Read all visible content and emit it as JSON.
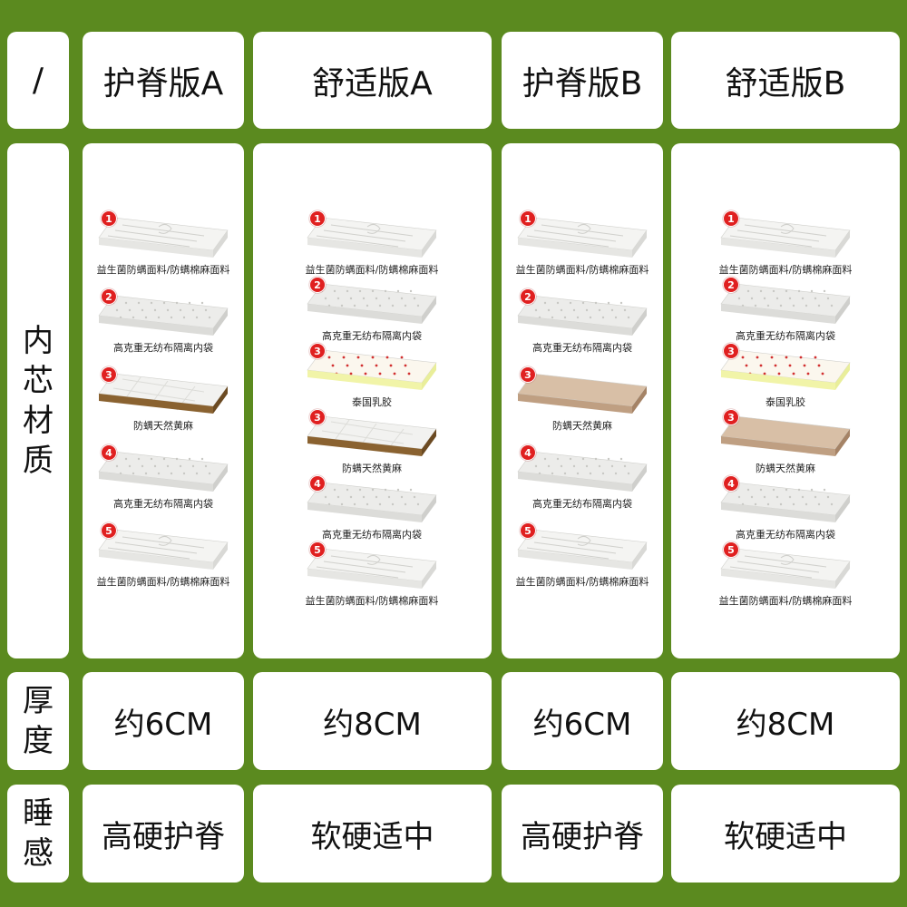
{
  "header": {
    "corner": "/",
    "columns": [
      "护脊版A",
      "舒适版A",
      "护脊版B",
      "舒适版B"
    ]
  },
  "rows": {
    "core_label": [
      "内",
      "芯",
      "材",
      "质"
    ],
    "thickness_label": [
      "厚",
      "度"
    ],
    "feel_label": [
      "睡",
      "感"
    ]
  },
  "core": [
    {
      "layers": [
        {
          "num": "1",
          "kind": "fabric",
          "label": "益生菌防螨面料/防螨棉麻面料"
        },
        {
          "num": "2",
          "kind": "bag",
          "label": "高克重无纺布隔离内袋"
        },
        {
          "num": "3",
          "kind": "coir",
          "label": "防螨天然黄麻"
        },
        {
          "num": "4",
          "kind": "bag",
          "label": "高克重无纺布隔离内袋"
        },
        {
          "num": "5",
          "kind": "fabric",
          "label": "益生菌防螨面料/防螨棉麻面料"
        }
      ]
    },
    {
      "layers": [
        {
          "num": "1",
          "kind": "fabric",
          "label": "益生菌防螨面料/防螨棉麻面料"
        },
        {
          "num": "2",
          "kind": "bag",
          "label": "高克重无纺布隔离内袋"
        },
        {
          "num": "3",
          "kind": "latex",
          "label": "泰国乳胶"
        },
        {
          "num": "3",
          "kind": "coir",
          "label": "防螨天然黄麻"
        },
        {
          "num": "4",
          "kind": "bag",
          "label": "高克重无纺布隔离内袋"
        },
        {
          "num": "5",
          "kind": "fabric",
          "label": "益生菌防螨面料/防螨棉麻面料"
        }
      ]
    },
    {
      "layers": [
        {
          "num": "1",
          "kind": "fabric",
          "label": "益生菌防螨面料/防螨棉麻面料"
        },
        {
          "num": "2",
          "kind": "bag",
          "label": "高克重无纺布隔离内袋"
        },
        {
          "num": "3",
          "kind": "felt",
          "label": "防螨天然黄麻"
        },
        {
          "num": "4",
          "kind": "bag",
          "label": "高克重无纺布隔离内袋"
        },
        {
          "num": "5",
          "kind": "fabric",
          "label": "益生菌防螨面料/防螨棉麻面料"
        }
      ]
    },
    {
      "layers": [
        {
          "num": "1",
          "kind": "fabric",
          "label": "益生菌防螨面料/防螨棉麻面料"
        },
        {
          "num": "2",
          "kind": "bag",
          "label": "高克重无纺布隔离内袋"
        },
        {
          "num": "3",
          "kind": "latex",
          "label": "泰国乳胶"
        },
        {
          "num": "3",
          "kind": "felt",
          "label": "防螨天然黄麻"
        },
        {
          "num": "4",
          "kind": "bag",
          "label": "高克重无纺布隔离内袋"
        },
        {
          "num": "5",
          "kind": "fabric",
          "label": "益生菌防螨面料/防螨棉麻面料"
        }
      ]
    }
  ],
  "thickness": [
    "约6CM",
    "约8CM",
    "约6CM",
    "约8CM"
  ],
  "feel": [
    "高硬护脊",
    "软硬适中",
    "高硬护脊",
    "软硬适中"
  ],
  "colors": {
    "background": "#5b8a1f",
    "cell": "#ffffff",
    "badge": "#e02020"
  }
}
